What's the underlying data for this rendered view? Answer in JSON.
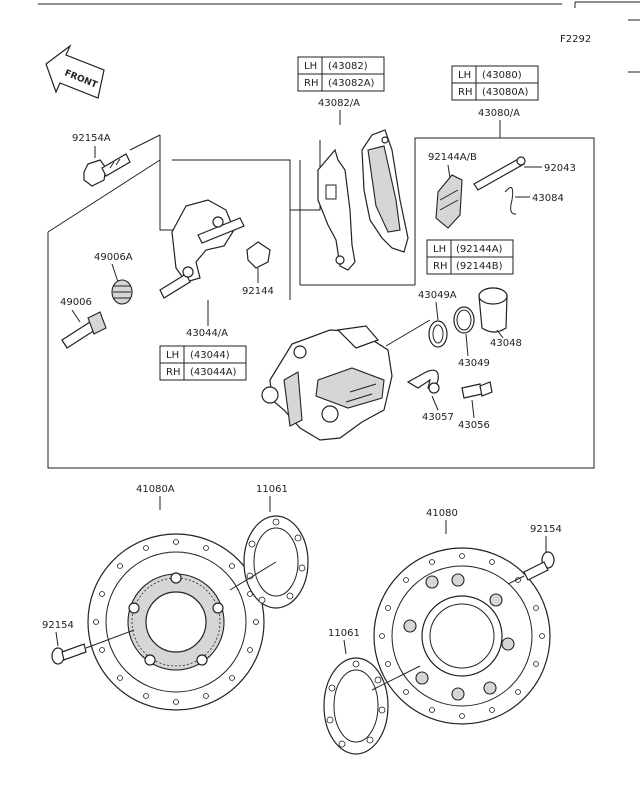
{
  "figure_code": "F2292",
  "front_label": "FRONT",
  "tables": {
    "pads": {
      "rows": [
        {
          "side": "LH",
          "part": "(43082)"
        },
        {
          "side": "RH",
          "part": "(43082A)"
        }
      ]
    },
    "caliper_assy": {
      "rows": [
        {
          "side": "LH",
          "part": "(43080)"
        },
        {
          "side": "RH",
          "part": "(43080A)"
        }
      ]
    },
    "spring": {
      "rows": [
        {
          "side": "LH",
          "part": "(92144A)"
        },
        {
          "side": "RH",
          "part": "(92144B)"
        }
      ]
    },
    "holder": {
      "rows": [
        {
          "side": "LH",
          "part": "(43044)"
        },
        {
          "side": "RH",
          "part": "(43044A)"
        }
      ]
    }
  },
  "labels": {
    "p43082a": "43082/A",
    "p43080a": "43080/A",
    "p92154a": "92154A",
    "p92144ab": "92144A/B",
    "p92043": "92043",
    "p43084": "43084",
    "p49006a": "49006A",
    "p49006": "49006",
    "p92144": "92144",
    "p43044a": "43044/A",
    "p43049a": "43049A",
    "p43049": "43049",
    "p43048": "43048",
    "p43057": "43057",
    "p43056": "43056",
    "p41080a": "41080A",
    "p11061_top": "11061",
    "p41080": "41080",
    "p92154_right": "92154",
    "p92154_left": "92154",
    "p11061_bottom": "11061"
  }
}
